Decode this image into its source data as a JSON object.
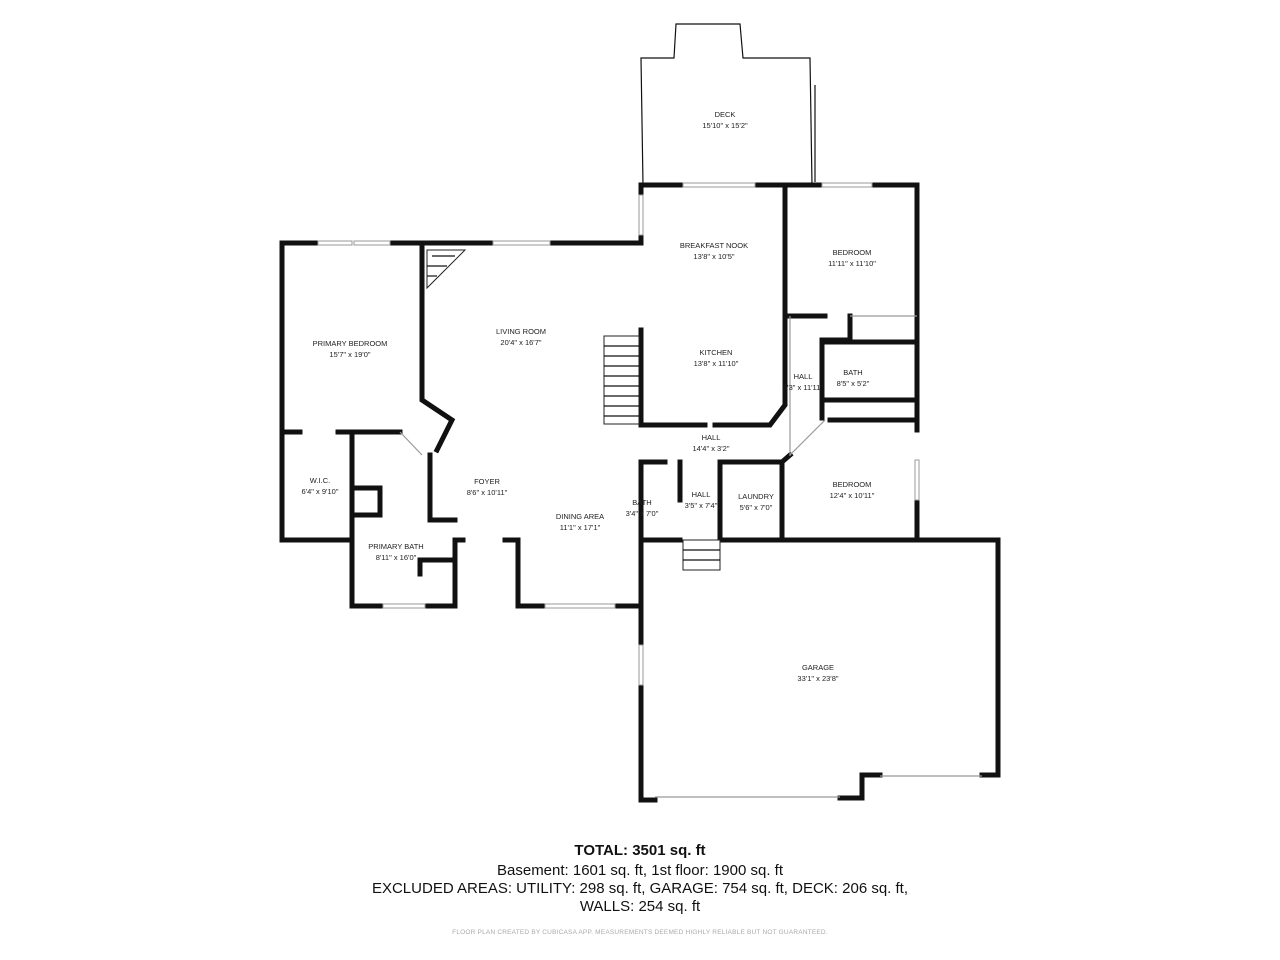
{
  "rooms": [
    {
      "id": "deck",
      "name": "DECK",
      "dims": "15'10\" x 15'2\""
    },
    {
      "id": "breakfast-nook",
      "name": "BREAKFAST NOOK",
      "dims": "13'8\" x 10'5\""
    },
    {
      "id": "bedroom-1",
      "name": "BEDROOM",
      "dims": "11'11\" x 11'10\""
    },
    {
      "id": "primary-bedroom",
      "name": "PRIMARY BEDROOM",
      "dims": "15'7\" x 19'0\""
    },
    {
      "id": "living-room",
      "name": "LIVING ROOM",
      "dims": "20'4\" x 16'7\""
    },
    {
      "id": "kitchen",
      "name": "KITCHEN",
      "dims": "13'8\" x 11'10\""
    },
    {
      "id": "hall-1",
      "name": "HALL",
      "dims": "3'3\" x 11'11\""
    },
    {
      "id": "bath-1",
      "name": "BATH",
      "dims": "8'5\" x 5'2\""
    },
    {
      "id": "hall-2",
      "name": "HALL",
      "dims": "14'4\" x 3'2\""
    },
    {
      "id": "wic",
      "name": "W.I.C.",
      "dims": "6'4\" x 9'10\""
    },
    {
      "id": "foyer",
      "name": "FOYER",
      "dims": "8'6\" x 10'11\""
    },
    {
      "id": "bath-2",
      "name": "BATH",
      "dims": "3'4\" x 7'0\""
    },
    {
      "id": "hall-3",
      "name": "HALL",
      "dims": "3'5\" x 7'4\""
    },
    {
      "id": "laundry",
      "name": "LAUNDRY",
      "dims": "5'6\" x 7'0\""
    },
    {
      "id": "bedroom-2",
      "name": "BEDROOM",
      "dims": "12'4\" x 10'11\""
    },
    {
      "id": "dining-area",
      "name": "DINING AREA",
      "dims": "11'1\" x 17'1\""
    },
    {
      "id": "primary-bath",
      "name": "PRIMARY BATH",
      "dims": "8'11\" x 16'0\""
    },
    {
      "id": "garage",
      "name": "GARAGE",
      "dims": "33'1\" x 23'8\""
    }
  ],
  "summary": {
    "total": "TOTAL: 3501 sq. ft",
    "line1": "Basement: 1601 sq. ft, 1st floor: 1900 sq. ft",
    "line2": "EXCLUDED AREAS: UTILITY: 298 sq. ft, GARAGE: 754 sq. ft, DECK: 206 sq. ft,",
    "line3": "WALLS: 254 sq. ft"
  },
  "credit": "FLOOR PLAN CREATED BY CUBICASA APP. MEASUREMENTS DEEMED HIGHLY RELIABLE BUT NOT GUARANTEED."
}
